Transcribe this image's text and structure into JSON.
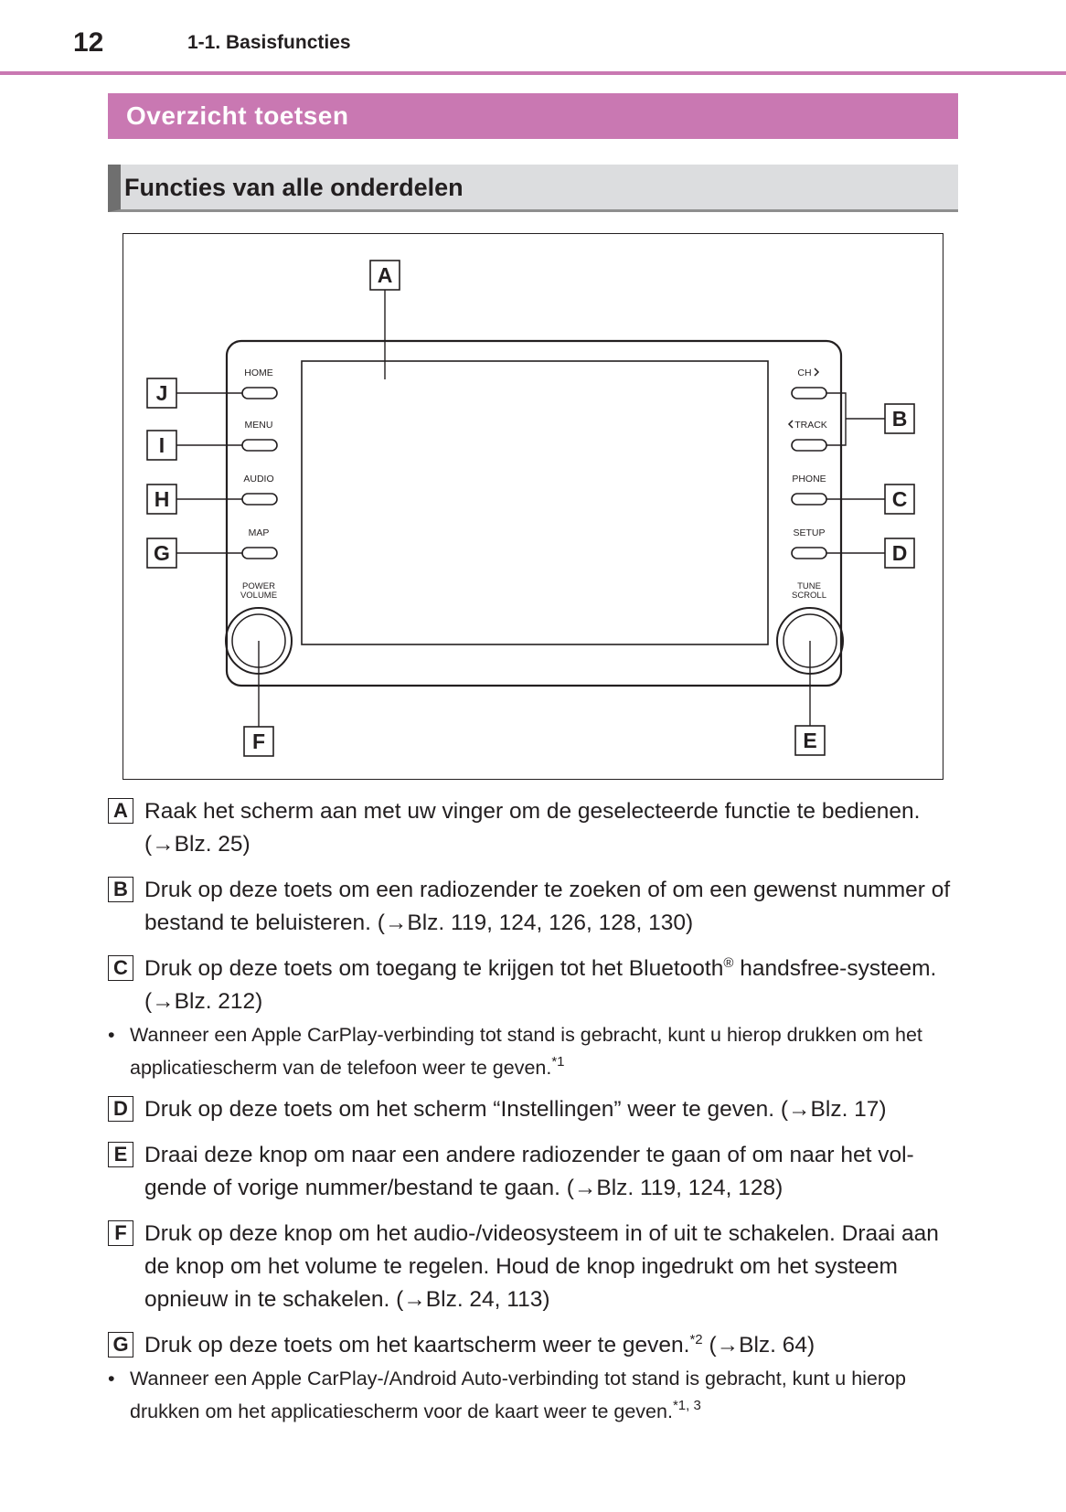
{
  "header": {
    "page_number": "12",
    "section": "1-1. Basisfuncties"
  },
  "title": "Overzicht toetsen",
  "subheading": "Functies van alle onderdelen",
  "diagram": {
    "left_buttons": [
      "HOME",
      "MENU",
      "AUDIO",
      "MAP"
    ],
    "left_knob_label_1": "POWER",
    "left_knob_label_2": "VOLUME",
    "right_buttons": [
      "CH",
      "TRACK",
      "PHONE",
      "SETUP"
    ],
    "right_knob_label_1": "TUNE",
    "right_knob_label_2": "SCROLL",
    "callouts": [
      "A",
      "B",
      "C",
      "D",
      "E",
      "F",
      "G",
      "H",
      "I",
      "J"
    ]
  },
  "items": [
    {
      "letter": "A",
      "text": "Raak het scherm aan met uw vinger om de geselecteerde functie te bedienen.",
      "ref": "(→Blz. 25)"
    },
    {
      "letter": "B",
      "text": "Druk op deze toets om een radiozender te zoeken of om een gewenst nummer of bestand te beluisteren. (→Blz. 119, 124, 126, 128, 130)"
    },
    {
      "letter": "C",
      "text_before": "Druk op deze toets om toegang te krijgen tot het Bluetooth",
      "sup": "®",
      "text_after": " handsfree-systeem.",
      "ref": "(→Blz. 212)"
    },
    {
      "letter": "D",
      "text": "Druk op deze toets om het scherm “Instellingen” weer te geven. (→Blz. 17)"
    },
    {
      "letter": "E",
      "text": "Draai deze knop om naar een andere radiozender te gaan of om naar het vol-gende of vorige nummer/bestand te gaan. (→Blz. 119, 124, 128)"
    },
    {
      "letter": "F",
      "text": "Druk op deze knop om het audio-/videosysteem in of uit te schakelen. Draai aan de knop om het volume te regelen. Houd de knop ingedrukt om het systeem opnieuw in te schakelen. (→Blz. 24, 113)"
    },
    {
      "letter": "G",
      "text_before": "Druk op deze toets om het kaartscherm weer te geven.",
      "sup": "*2",
      "text_after": " (→Blz. 64)"
    }
  ],
  "notes": [
    {
      "bullet": "•",
      "text": "Wanneer een Apple CarPlay-verbinding tot stand is gebracht, kunt u hierop drukken om het applicatiescherm van de telefoon weer te geven.",
      "sup": "*1"
    },
    {
      "bullet": "•",
      "text": "Wanneer een Apple CarPlay-/Android Auto-verbinding tot stand is gebracht, kunt u hierop drukken om het applicatiescherm voor de kaart weer te geven.",
      "sup": "*1, 3"
    }
  ]
}
